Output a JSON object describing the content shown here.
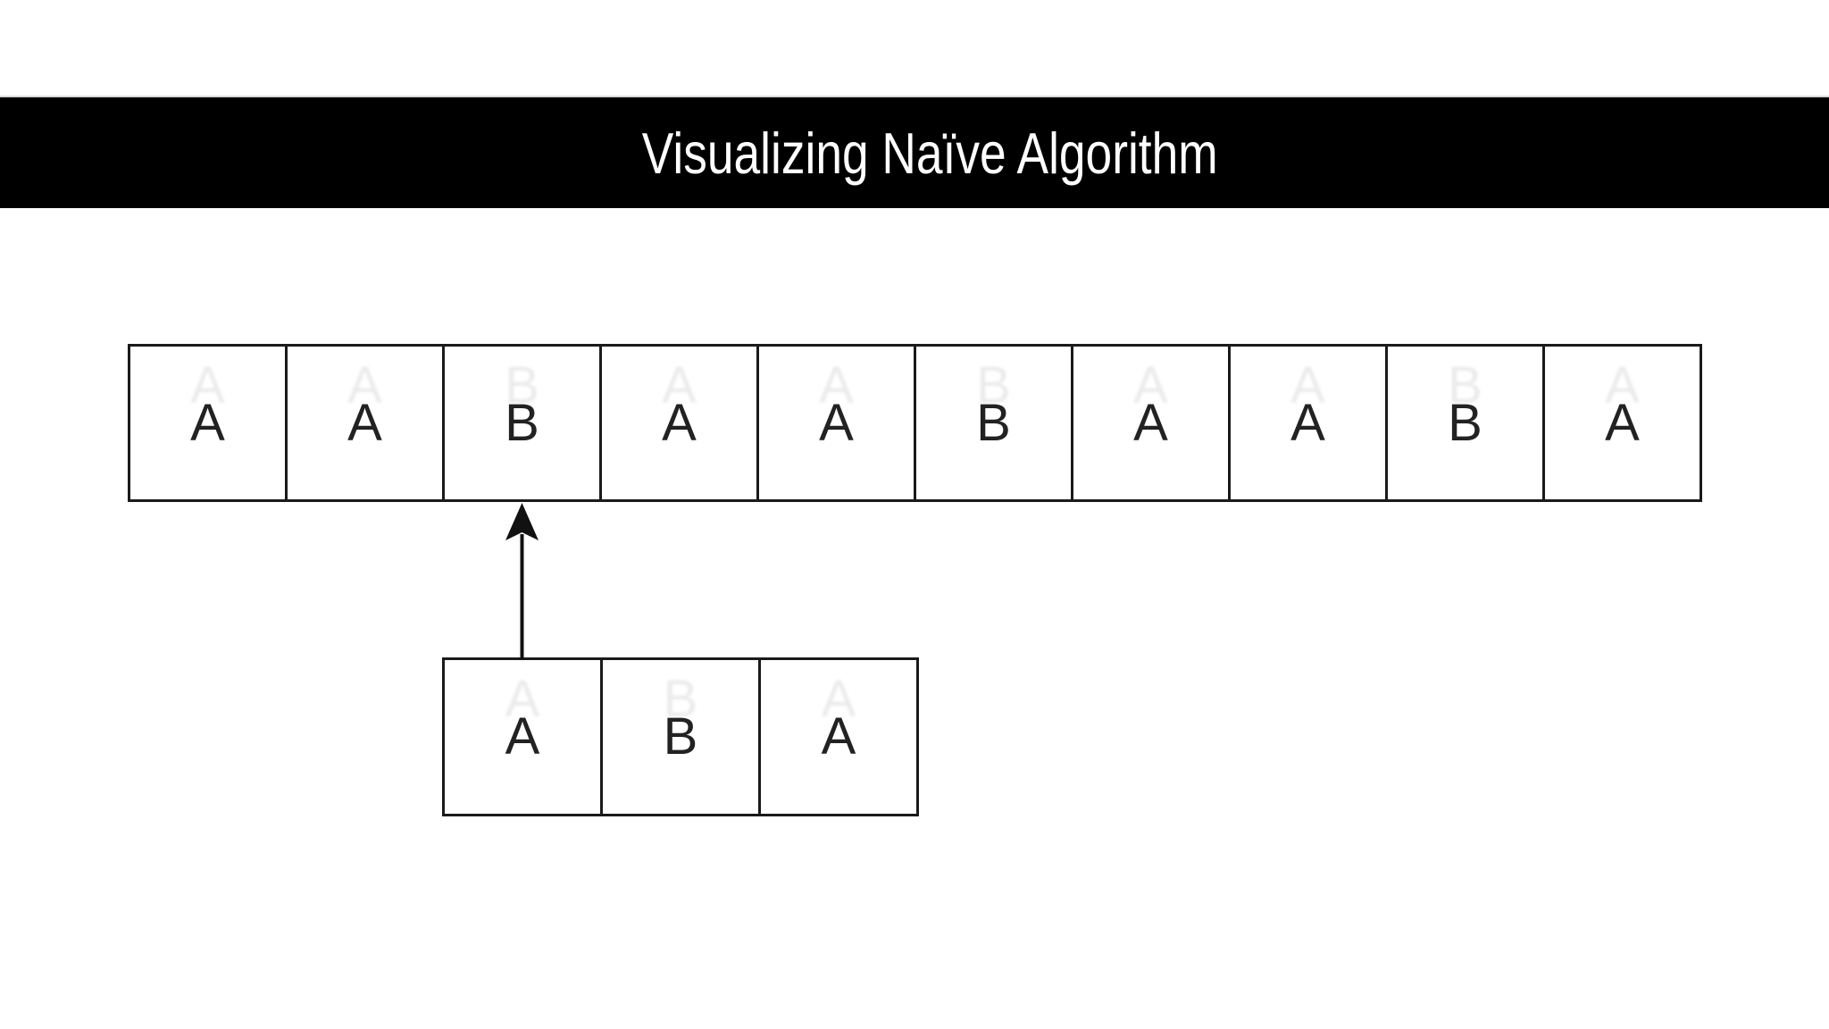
{
  "banner": {
    "title": "Visualizing Naïve Algorithm",
    "bg_color": "#000000",
    "text_color": "#ffffff"
  },
  "diagram": {
    "text_row": {
      "cells": [
        "A",
        "A",
        "B",
        "A",
        "A",
        "B",
        "A",
        "A",
        "B",
        "A"
      ]
    },
    "pattern_row": {
      "cells": [
        "A",
        "B",
        "A"
      ]
    },
    "arrow": {
      "from": "pattern cell 1",
      "to": "text cell 3"
    },
    "border_color": "#1a1a1a",
    "letter_color": "#222222"
  }
}
